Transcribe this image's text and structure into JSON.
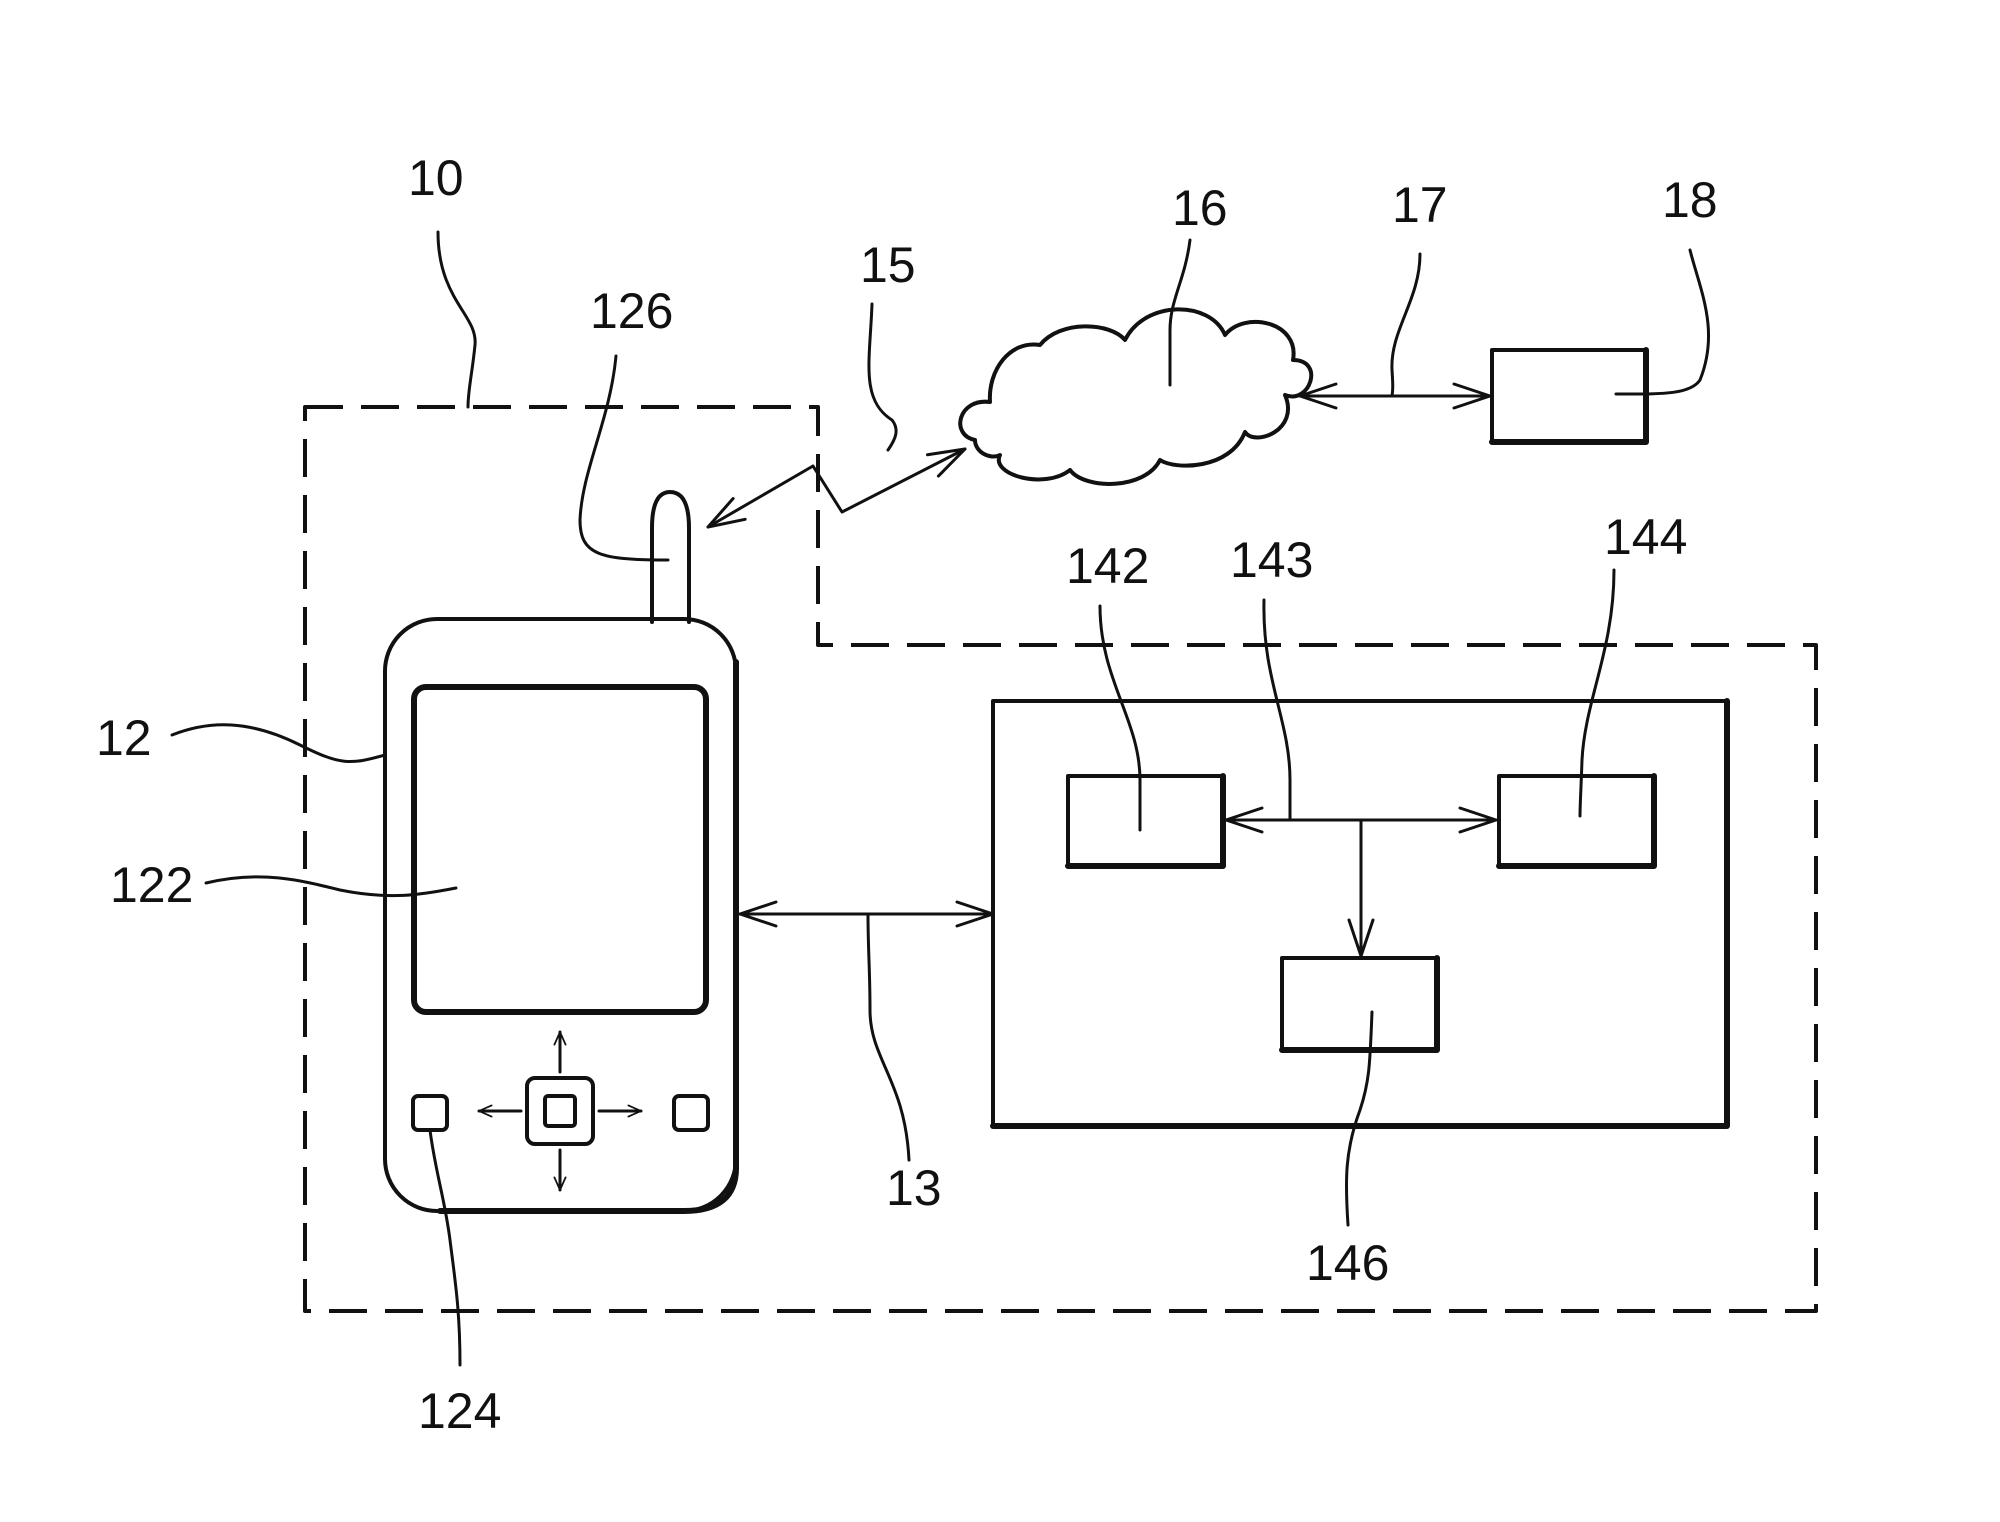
{
  "labels": {
    "system": "10",
    "device": "12",
    "display": "122",
    "keys": "124",
    "antenna": "126",
    "wired_link": "13",
    "wireless_link": "15",
    "network": "16",
    "server_link": "17",
    "server": "18",
    "block_a": "142",
    "bus": "143",
    "block_b": "144",
    "block_c": "146"
  },
  "colors": {
    "line": "#111111",
    "background": "#ffffff"
  }
}
